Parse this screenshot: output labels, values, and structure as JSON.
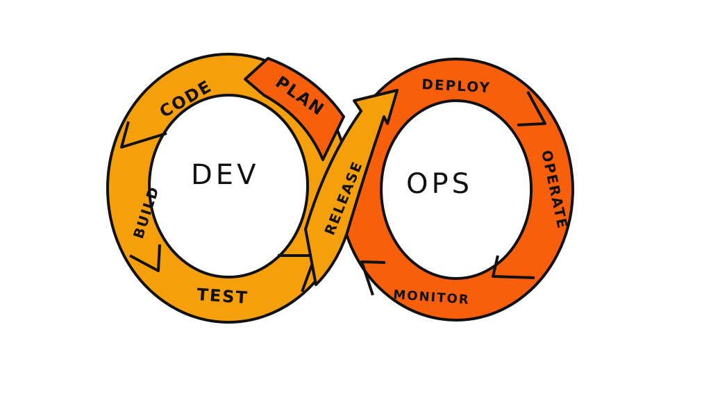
{
  "diagram": {
    "colors": {
      "dev": "#F5A00B",
      "ops": "#F75F0A",
      "outline": "#111111",
      "background": "#FFFFFF"
    },
    "loops": [
      {
        "id": "dev",
        "title": "DEV"
      },
      {
        "id": "ops",
        "title": "OPS"
      }
    ],
    "stages": [
      {
        "name": "PLAN",
        "loop": "dev"
      },
      {
        "name": "CODE",
        "loop": "dev"
      },
      {
        "name": "BUILD",
        "loop": "dev"
      },
      {
        "name": "TEST",
        "loop": "dev"
      },
      {
        "name": "RELEASE",
        "loop": "dev"
      },
      {
        "name": "DEPLOY",
        "loop": "ops"
      },
      {
        "name": "OPERATE",
        "loop": "ops"
      },
      {
        "name": "MONITOR",
        "loop": "ops"
      }
    ]
  }
}
